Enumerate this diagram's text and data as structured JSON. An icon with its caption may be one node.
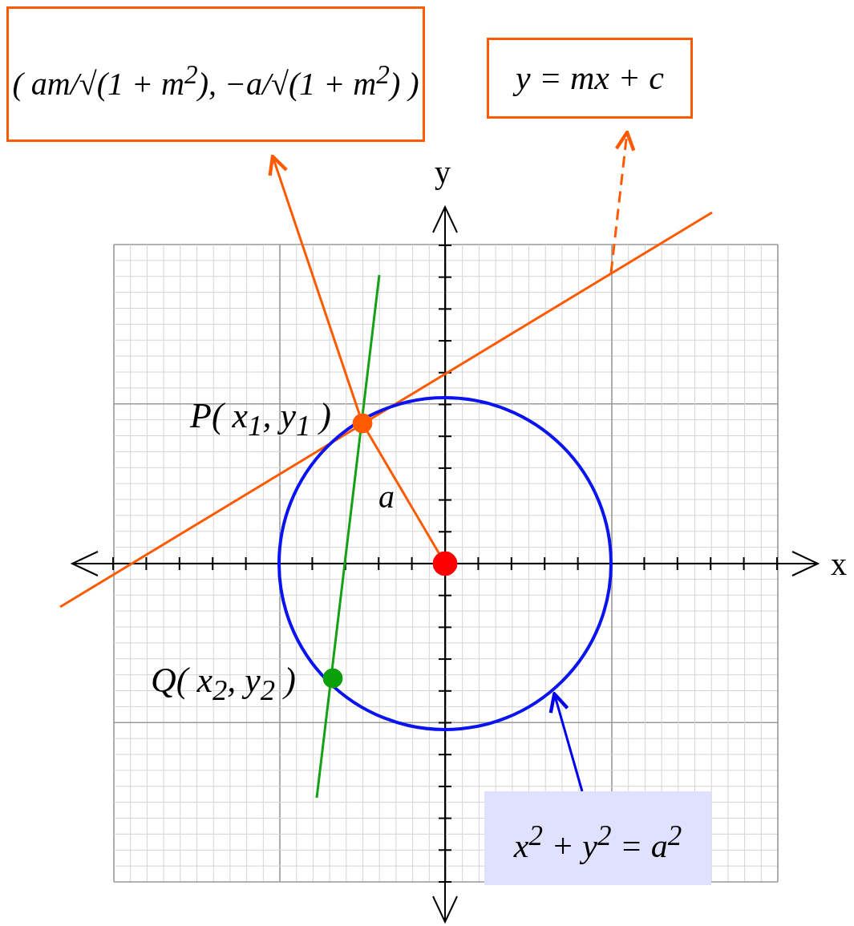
{
  "diagram": {
    "nodes": [
      {
        "text": [
          "( am/√(1 + m$^{2}$), −a/√(1 + m$^{2}$) )"
        ]
      },
      {
        "text": [
          "y = mx + c"
        ]
      },
      {
        "text": [],
        "shape": "circle",
        "in": 5
      },
      {
        "text": [],
        "shape": "circle",
        "in": 5
      },
      {
        "text": [
          "x$^{2}$ + y$^{2}$ = a$^{2}$"
        ]
      },
      {
        "text": [],
        "shape": "circle"
      },
      {
        "text": [],
        "shape": "circle",
        "in": 5
      }
    ],
    "edges": [
      {
        "from": 3,
        "to": 2,
        "arrow": "none",
        "label": "a"
      },
      {
        "from": 2,
        "to": 0,
        "arrow": "to"
      },
      {
        "from": null,
        "to": 1,
        "arrow": "to",
        "style": "dashed"
      },
      {
        "from": 4,
        "to": 5,
        "arrow": "to",
        "color": "#0000ee"
      }
    ],
    "labels": [
      "y",
      "P( x$_{1}$, y$_{1}$ )",
      "x",
      "Q( x$_{2}$,  y$_{2}$ )"
    ]
  }
}
